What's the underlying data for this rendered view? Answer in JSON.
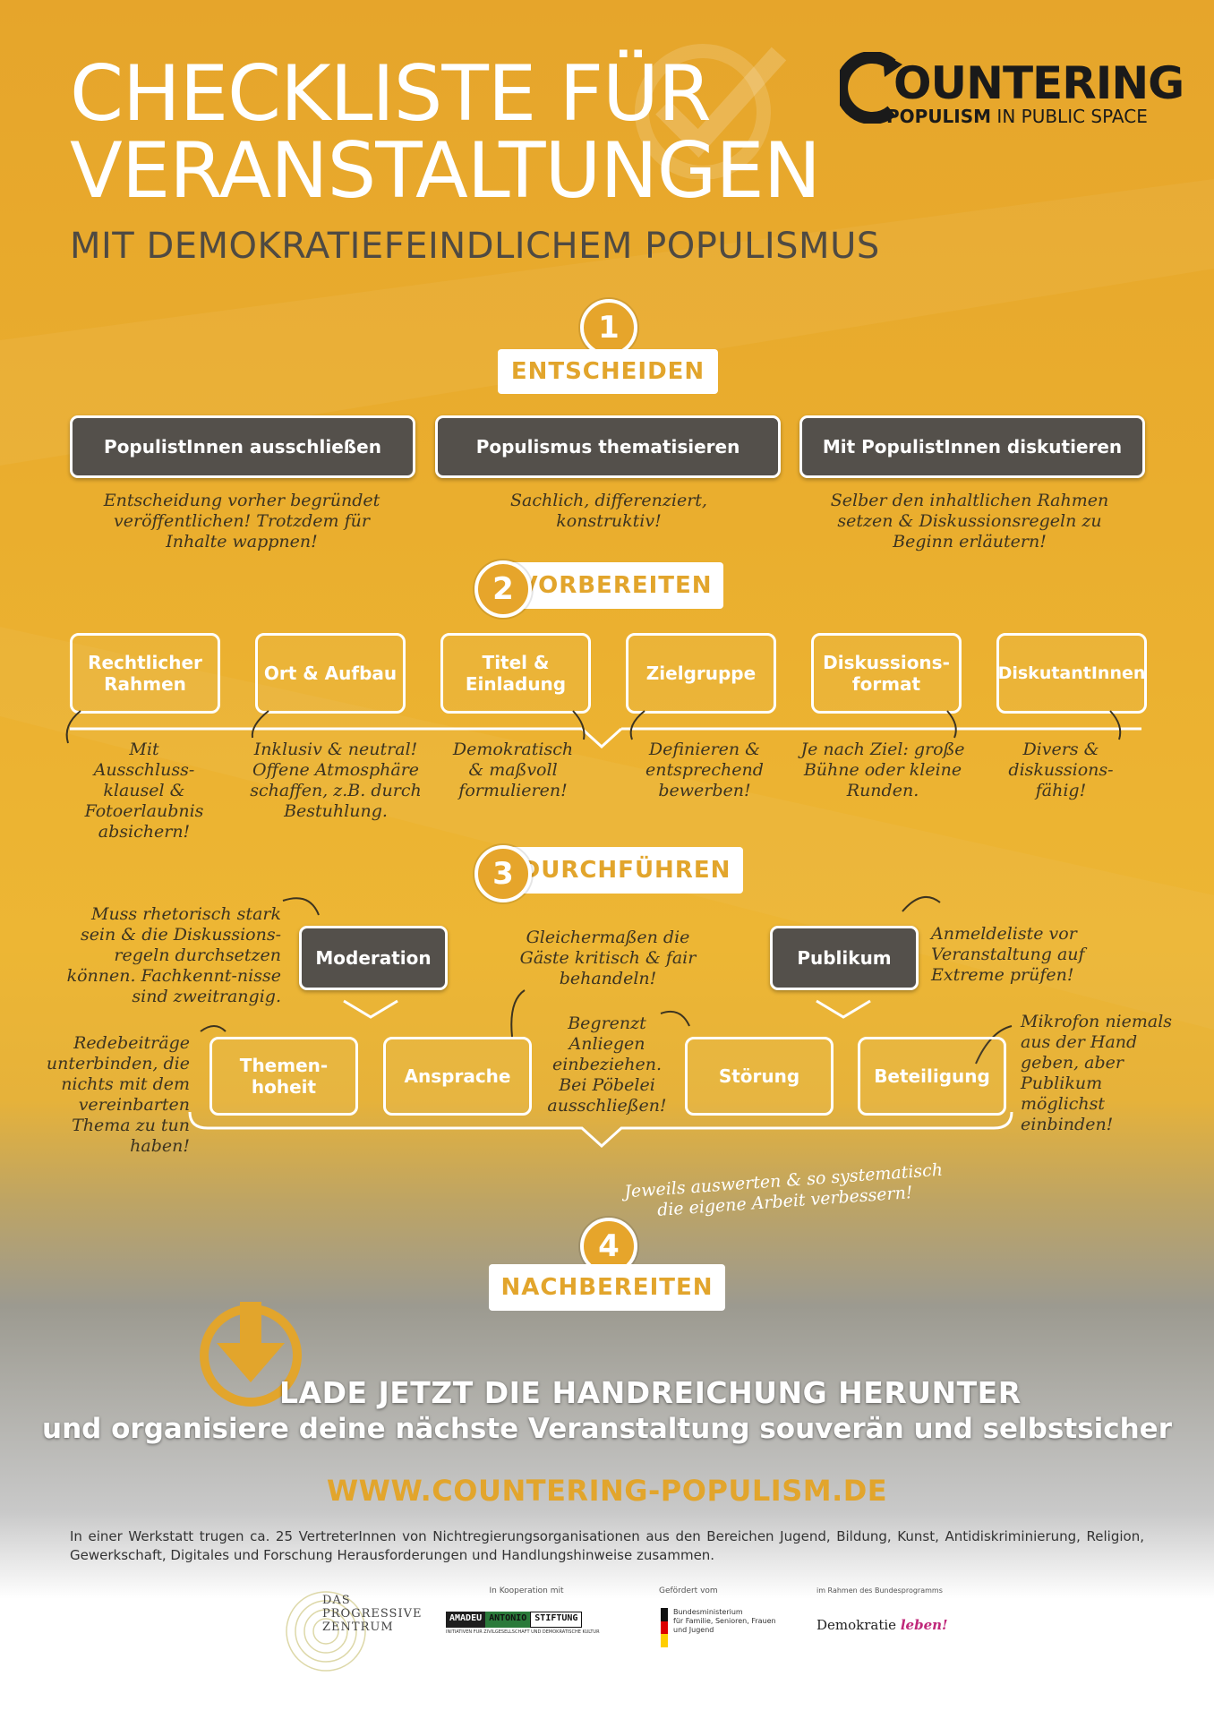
{
  "header": {
    "title_line1": "CHECKLISTE FÜR",
    "title_line2": "VERANSTALTUNGEN",
    "subtitle": "MIT DEMOKRATIEFEINDLICHEM POPULISMUS"
  },
  "logo": {
    "word": "OUNTERING",
    "first_letter": "C",
    "tagline_bold": "POPULISM",
    "tagline_rest": " IN PUBLIC SPACE"
  },
  "step1": {
    "number": "1",
    "label": "ENTSCHEIDEN",
    "options": [
      {
        "title": "PopulistInnen ausschließen",
        "note": "Entscheidung vorher begründet veröffentlichen! Trotzdem für Inhalte wappnen!"
      },
      {
        "title": "Populismus thematisieren",
        "note": "Sachlich, differenziert, konstruktiv!"
      },
      {
        "title": "Mit PopulistInnen diskutieren",
        "note": "Selber den inhaltlichen Rahmen setzen & Diskussionsregeln zu Beginn erläutern!"
      }
    ]
  },
  "step2": {
    "number": "2",
    "label": "VORBEREITEN",
    "items": [
      {
        "title": "Rechtlicher Rahmen",
        "note": "Mit Ausschluss-klausel & Fotoerlaubnis absichern!"
      },
      {
        "title": "Ort & Aufbau",
        "note": "Inklusiv & neutral! Offene Atmosphäre schaffen, z.B. durch Bestuhlung."
      },
      {
        "title": "Titel & Einladung",
        "note": "Demokratisch & maßvoll formulieren!"
      },
      {
        "title": "Zielgruppe",
        "note": "Definieren & entsprechend bewerben!"
      },
      {
        "title": "Diskussions-format",
        "note": "Je nach Ziel: große Bühne oder kleine Runden."
      },
      {
        "title": "DiskutantInnen",
        "note": "Divers & diskussions-fähig!"
      }
    ]
  },
  "step3": {
    "number": "3",
    "label": "DURCHFÜHREN",
    "moderation": "Moderation",
    "publikum": "Publikum",
    "note_moderation": "Muss rhetorisch stark sein & die Diskussions-regeln durchsetzen können. Fachkennt-nisse sind zweitrangig.",
    "note_publikum": "Anmeldeliste vor Veranstaltung auf Extreme prüfen!",
    "note_ansprache": "Gleichermaßen die Gäste kritisch & fair behandeln!",
    "note_themenhoheit": "Redebeiträge unterbinden, die nichts mit dem vereinbarten Thema zu tun haben!",
    "note_stoerung": "Begrenzt Anliegen einbeziehen. Bei Pöbelei ausschließen!",
    "note_beteiligung": "Mikrofon niemals aus der Hand geben, aber Publikum möglichst einbinden!",
    "sub": [
      "Themen-hoheit",
      "Ansprache",
      "Störung",
      "Beteiligung"
    ]
  },
  "step4": {
    "number": "4",
    "label": "NACHBEREITEN",
    "note": "Jeweils auswerten & so systematisch die eigene Arbeit verbessern!"
  },
  "cta": {
    "line1": "LADE JETZT DIE HANDREICHUNG HERUNTER",
    "line2": "und organisiere deine nächste Veranstaltung souverän und selbstsicher",
    "url": "WWW.COUNTERING-POPULISM.DE"
  },
  "footer": {
    "text": "In einer Werkstatt trugen ca. 25 VertreterInnen von Nichtregierungsorganisationen aus den Bereichen Jugend, Bildung, Kunst, Antidiskriminierung, Religion, Gewerkschaft, Digitales und Forschung Herausforderungen und Handlungshinweise zusammen.",
    "partner1_l1": "DAS",
    "partner1_l2": "PROGRESSIVE",
    "partner1_l3": "ZENTRUM",
    "kooperation": "In Kooperation mit",
    "aa_left": "AMADEU",
    "aa_mid": "ANTONIO",
    "aa_right": "STIFTUNG",
    "aa_sub": "INITIATIVEN FÜR ZIVILGESELLSCHAFT UND DEMOKRATISCHE KULTUR",
    "gefoerdert": "Gefördert vom",
    "bm_l1": "Bundesministerium",
    "bm_l2": "für Familie, Senioren, Frauen",
    "bm_l3": "und Jugend",
    "rahmen": "im Rahmen des Bundesprogramms",
    "demokratie": "Demokratie",
    "leben": "leben!"
  },
  "colors": {
    "accent": "#e2a52c",
    "dark_box": "#54504b",
    "background": "#e6a52b"
  }
}
